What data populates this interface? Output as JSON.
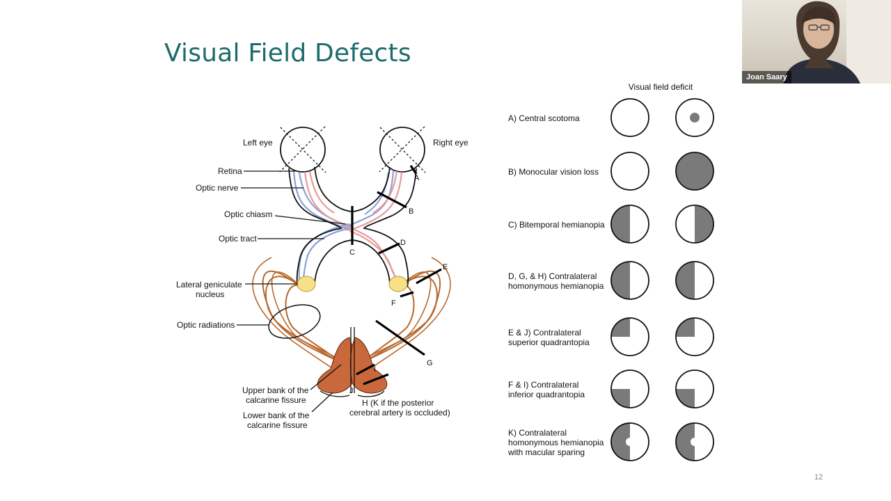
{
  "slide": {
    "title": "Visual Field Defects",
    "page_number": "12"
  },
  "diagram": {
    "labels": {
      "left_eye": "Left eye",
      "right_eye": "Right eye",
      "retina": "Retina",
      "optic_nerve": "Optic nerve",
      "optic_chiasm": "Optic chiasm",
      "optic_tract": "Optic tract",
      "lgn_line1": "Lateral geniculate",
      "lgn_line2": "nucleus",
      "optic_radiations": "Optic radiations",
      "upper_bank_line1": "Upper bank of the",
      "upper_bank_line2": "calcarine fissure",
      "lower_bank_line1": "Lower bank of the",
      "lower_bank_line2": "calcarine fissure",
      "h_line1": "H (K if the posterior",
      "h_line2": "cerebral artery is occluded)"
    },
    "lesion_letters": {
      "a": "A",
      "b": "B",
      "c": "C",
      "d": "D",
      "e": "E",
      "f": "F",
      "g": "G",
      "i": "I",
      "j": "J"
    },
    "colors": {
      "nerve_outline": "#111111",
      "temporal_fibers": "#8ea0d8",
      "nasal_fibers": "#e89a9a",
      "lgn_fill": "#f7e08a",
      "radiation_fibers": "#b8682e",
      "cortex_fill": "#c9683a"
    }
  },
  "visual_field": {
    "header": "Visual field deficit",
    "deficit_color": "#7a7a7a",
    "rows": [
      {
        "lines": [
          "A) Central scotoma"
        ],
        "left_eye": "normal",
        "right_eye": "central-scotoma"
      },
      {
        "lines": [
          "B) Monocular vision loss"
        ],
        "left_eye": "normal",
        "right_eye": "full-loss"
      },
      {
        "lines": [
          "C) Bitemporal hemianopia"
        ],
        "left_eye": "left-half",
        "right_eye": "right-half"
      },
      {
        "lines": [
          "D, G, & H) Contralateral",
          "homonymous hemianopia"
        ],
        "left_eye": "left-half",
        "right_eye": "left-half"
      },
      {
        "lines": [
          "E & J) Contralateral",
          "superior quadrantopia"
        ],
        "left_eye": "upper-left-quadrant",
        "right_eye": "upper-left-quadrant"
      },
      {
        "lines": [
          "F & I) Contralateral",
          "inferior quadrantopia"
        ],
        "left_eye": "lower-left-quadrant",
        "right_eye": "lower-left-quadrant"
      },
      {
        "lines": [
          "K) Contralateral",
          "homonymous hemianopia",
          "with macular sparing"
        ],
        "left_eye": "left-half-macular-sparing",
        "right_eye": "left-half-macular-sparing"
      }
    ]
  },
  "video": {
    "participant_name": "Joan Saary"
  }
}
